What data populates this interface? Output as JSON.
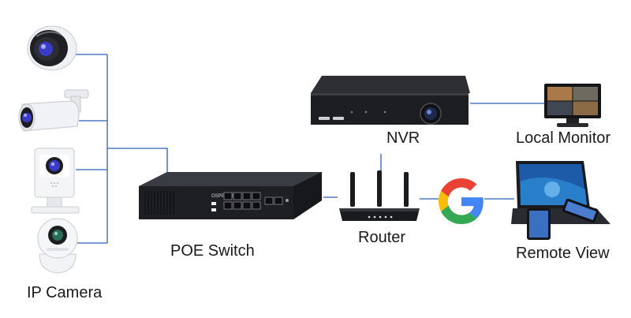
{
  "colors": {
    "wire": "#2f5fb8",
    "device_dark": "#1c1d21",
    "device_white": "#f4f5f7",
    "lens": "#3a3cc8",
    "google_blue": "#4285F4",
    "google_red": "#EA4335",
    "google_yellow": "#FBBC05",
    "google_green": "#34A853"
  },
  "labels": {
    "ip_camera": "IP Camera",
    "poe_switch": "POE Switch",
    "router": "Router",
    "nvr": "NVR",
    "local_monitor": "Local Monitor",
    "remote_view": "Remote View"
  },
  "switch_brand": "OSPPTEK"
}
